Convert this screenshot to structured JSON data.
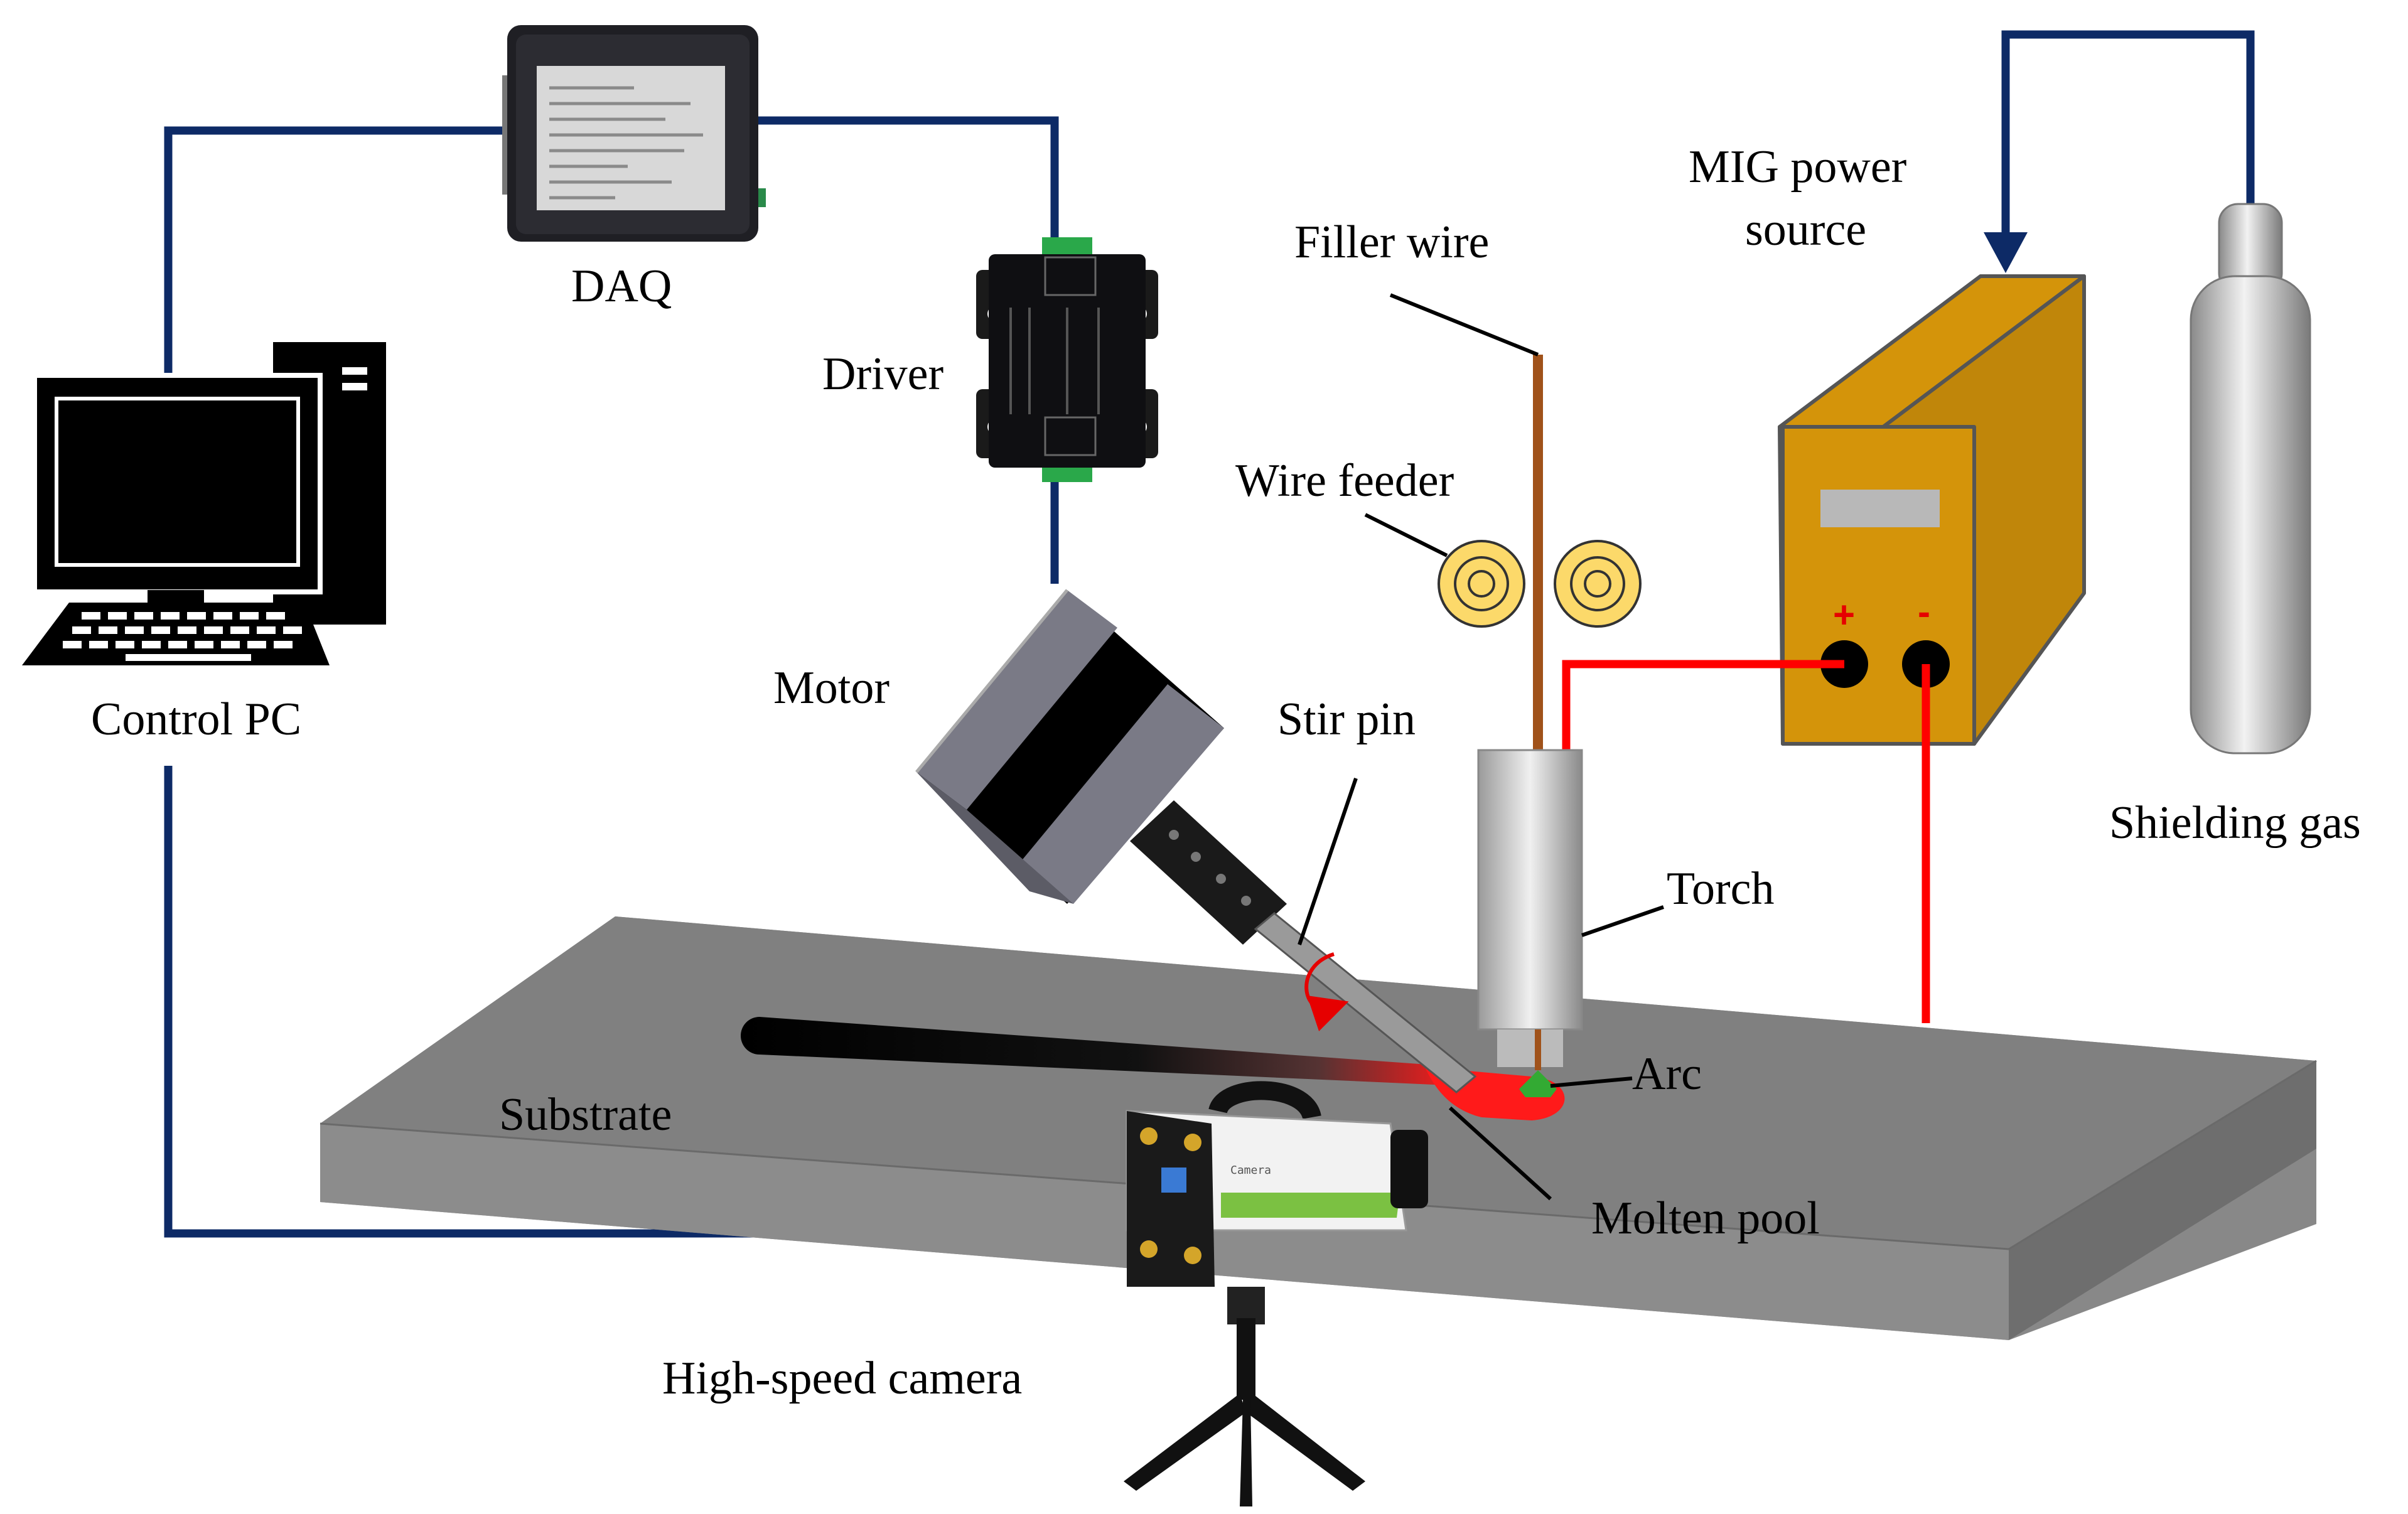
{
  "labels": {
    "daq": "DAQ",
    "driver": "Driver",
    "control_pc": "Control PC",
    "motor": "Motor",
    "stir_pin": "Stir pin",
    "filler_wire": "Filler wire",
    "wire_feeder": "Wire feeder",
    "mig_power_source_line1": "MIG power",
    "mig_power_source_line2": "source",
    "shielding_gas": "Shielding gas",
    "torch": "Torch",
    "arc": "Arc",
    "substrate": "Substrate",
    "molten_pool": "Molten pool",
    "high_speed_camera": "High-speed camera"
  },
  "terminals": {
    "positive": "+",
    "negative": "-"
  },
  "camera_brand": "Camera",
  "colors": {
    "signal_wire": "#0d2a66",
    "power_wire": "#ff0000",
    "substrate": "#808080",
    "power_box": "#d4940a",
    "filler_wire": "#a0521a",
    "arc": "#33aa33",
    "molten_pool": "#ff1a1a"
  }
}
